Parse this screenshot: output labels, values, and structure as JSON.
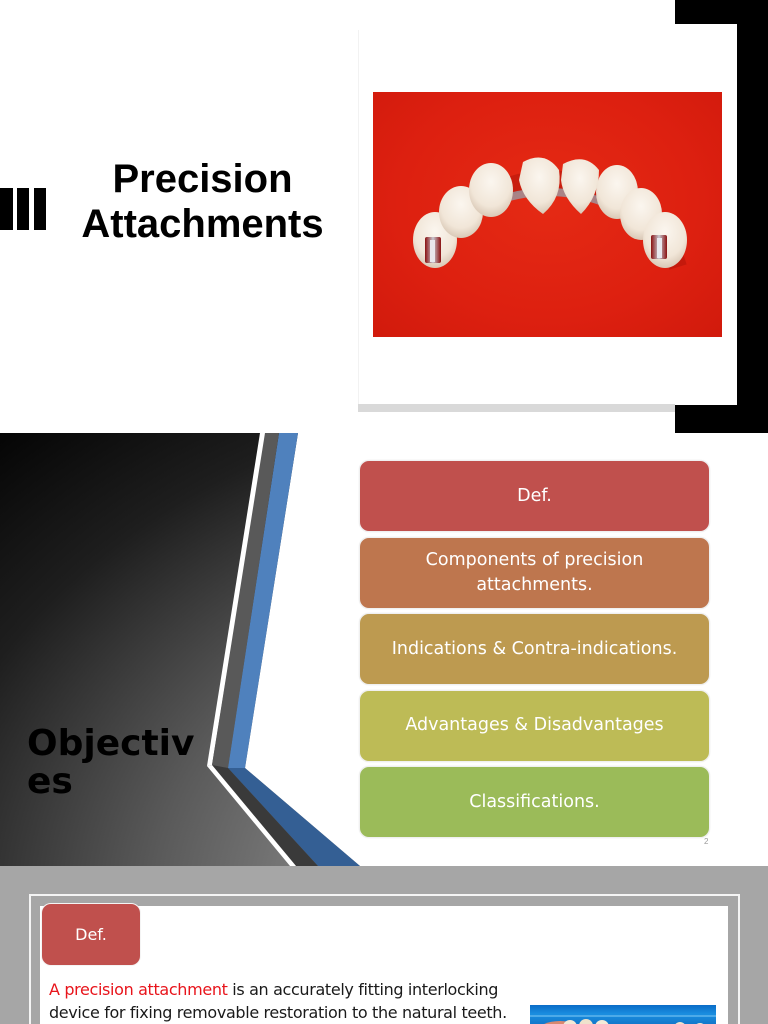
{
  "slide1": {
    "title": "Precision Attachments",
    "image_alt": "Dental bridge with precision attachments on red background",
    "colors": {
      "photo_bg": "#dd2010",
      "frame": "#000000"
    }
  },
  "slide2": {
    "title": "Objectives",
    "items": [
      {
        "label": "Def.",
        "color": "#c0504d"
      },
      {
        "label": "Components of precision attachments.",
        "color": "#be764e"
      },
      {
        "label": "Indications & Contra-indications.",
        "color": "#bd9a50"
      },
      {
        "label": "Advantages & Disadvantages",
        "color": "#bdbb56"
      },
      {
        "label": "Classifications.",
        "color": "#9bbb59"
      }
    ],
    "page_number": "2",
    "stripe_colors": {
      "gray": "#595959",
      "blue": "#4f81bd",
      "dark": "#3a3a3a",
      "blue_dark": "#345f94"
    }
  },
  "slide3": {
    "tab_label": "Def.",
    "definition": {
      "highlight": "A precision attachment",
      "rest": " is an accurately fitting interlocking device for fixing removable restoration to the natural teeth."
    },
    "image_alt": "Dental model on blue background"
  }
}
